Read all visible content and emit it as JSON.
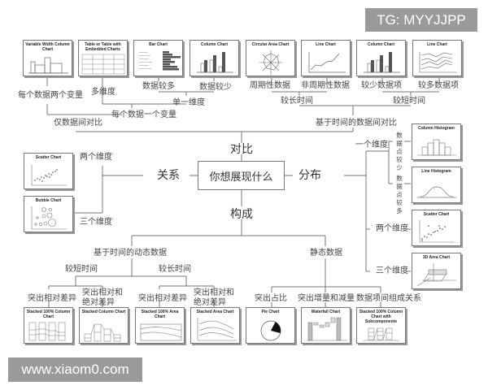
{
  "watermarks": {
    "top_right": "TG: MYYJJPP",
    "bottom_left": "www.xiaom0.com"
  },
  "center": {
    "title": "你想展现什么",
    "branches": {
      "comparison": "对比",
      "relationship": "关系",
      "distribution": "分布",
      "composition": "构成"
    }
  },
  "comparison": {
    "non_time": {
      "label": "仅数据间对比",
      "two_vars": "每个数据两个变量",
      "one_var": "每个数据一个变量",
      "multi_dim": "多维度",
      "single_dim": "单一维度",
      "many_items": "数据较多",
      "few_items": "数据较少"
    },
    "time": {
      "label": "基于时间的数据间对比",
      "long_time": "较长时间",
      "short_time": "较短时间",
      "cyclical": "周期性数据",
      "non_cyclical": "非周期性数据",
      "few_items": "较少数据项",
      "many_items": "较多数据项"
    },
    "charts": [
      {
        "title": "Variable Width Column Chart"
      },
      {
        "title": "Table or Table with Embedded Charts"
      },
      {
        "title": "Bar Chart"
      },
      {
        "title": "Column Chart"
      },
      {
        "title": "Circular Area Chart"
      },
      {
        "title": "Line Chart"
      },
      {
        "title": "Column Chart"
      },
      {
        "title": "Line Chart"
      }
    ]
  },
  "relationship": {
    "two_dims": "两个维度",
    "three_dims": "三个维度",
    "charts": [
      {
        "title": "Scatter Chart"
      },
      {
        "title": "Bubble Chart"
      }
    ]
  },
  "distribution": {
    "one_dim": "一个维度",
    "two_dims": "两个维度",
    "three_dims": "三个维度",
    "few_points": [
      "数据",
      "点较",
      "少"
    ],
    "many_points": [
      "数据",
      "点较",
      "多"
    ],
    "charts": [
      {
        "title": "Column Histogram"
      },
      {
        "title": "Line Histogram"
      },
      {
        "title": "Scatter Chart"
      },
      {
        "title": "3D Area Chart"
      }
    ]
  },
  "composition": {
    "dynamic": {
      "label": "基于时间的动态数据",
      "short_time": "较短时间",
      "long_time": "较长时间",
      "relative_1": "突出相对差异",
      "rel_abs_1": [
        "突出相对和",
        "绝对差异"
      ],
      "relative_2": "突出相对差异",
      "rel_abs_2": [
        "突出相对和",
        "绝对差异"
      ]
    },
    "static": {
      "label": "静态数据",
      "share": "突出占比",
      "increase_decrease": "突出增量和减量",
      "subcomponents": "数据项间组成关系"
    },
    "charts": [
      {
        "title": "Stacked 100% Column Chart"
      },
      {
        "title": "Stacked Column Chart"
      },
      {
        "title": "Stacked 100% Area Chart"
      },
      {
        "title": "Stacked Area Chart"
      },
      {
        "title": "Pie Chart"
      },
      {
        "title": "Waterfall Chart"
      },
      {
        "title": "Stacked 100% Column Chart with Subcomponents"
      }
    ]
  }
}
